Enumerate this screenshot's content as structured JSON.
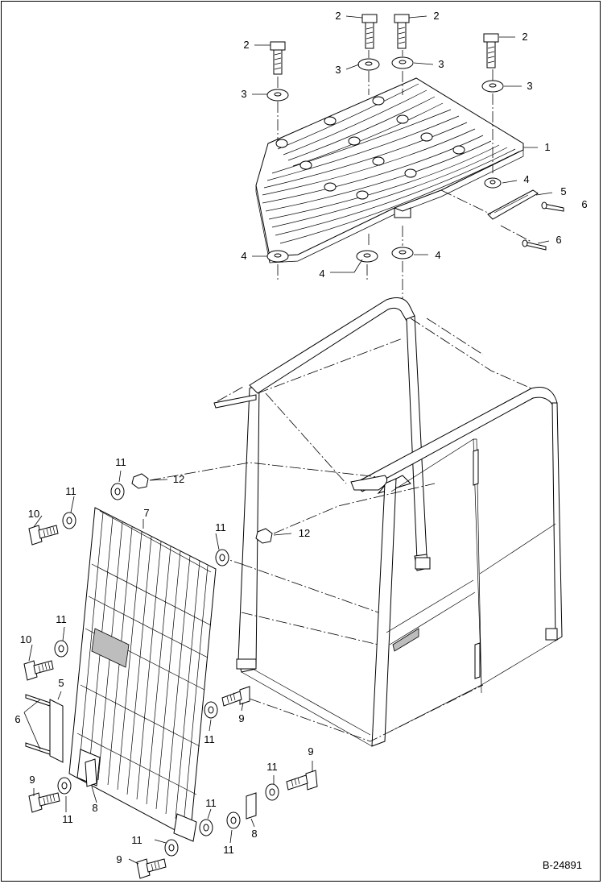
{
  "diagram": {
    "document_number": "B-24891",
    "callouts": [
      {
        "id": "c-2a",
        "text": "2"
      },
      {
        "id": "c-2b",
        "text": "2"
      },
      {
        "id": "c-2c",
        "text": "2"
      },
      {
        "id": "c-2d",
        "text": "2"
      },
      {
        "id": "c-3a",
        "text": "3"
      },
      {
        "id": "c-3b",
        "text": "3"
      },
      {
        "id": "c-3c",
        "text": "3"
      },
      {
        "id": "c-3d",
        "text": "3"
      },
      {
        "id": "c-1",
        "text": "1"
      },
      {
        "id": "c-4a",
        "text": "4"
      },
      {
        "id": "c-4b",
        "text": "4"
      },
      {
        "id": "c-4c",
        "text": "4"
      },
      {
        "id": "c-4d",
        "text": "4"
      },
      {
        "id": "c-5a",
        "text": "5"
      },
      {
        "id": "c-6a",
        "text": "6"
      },
      {
        "id": "c-6b",
        "text": "6"
      },
      {
        "id": "c-11a",
        "text": "11"
      },
      {
        "id": "c-12a",
        "text": "12"
      },
      {
        "id": "c-11b",
        "text": "11"
      },
      {
        "id": "c-10a",
        "text": "10"
      },
      {
        "id": "c-7",
        "text": "7"
      },
      {
        "id": "c-11c",
        "text": "11"
      },
      {
        "id": "c-12b",
        "text": "12"
      },
      {
        "id": "c-11d",
        "text": "11"
      },
      {
        "id": "c-10b",
        "text": "10"
      },
      {
        "id": "c-5b",
        "text": "5"
      },
      {
        "id": "c-6c",
        "text": "6"
      },
      {
        "id": "c-9a",
        "text": "9"
      },
      {
        "id": "c-11e",
        "text": "11"
      },
      {
        "id": "c-9b",
        "text": "9"
      },
      {
        "id": "c-11f",
        "text": "11"
      },
      {
        "id": "c-8a",
        "text": "8"
      },
      {
        "id": "c-9c",
        "text": "9"
      },
      {
        "id": "c-11g",
        "text": "11"
      },
      {
        "id": "c-11h",
        "text": "11"
      },
      {
        "id": "c-11i",
        "text": "11"
      },
      {
        "id": "c-8b",
        "text": "8"
      },
      {
        "id": "c-11j",
        "text": "11"
      },
      {
        "id": "c-9d",
        "text": "9"
      }
    ]
  }
}
